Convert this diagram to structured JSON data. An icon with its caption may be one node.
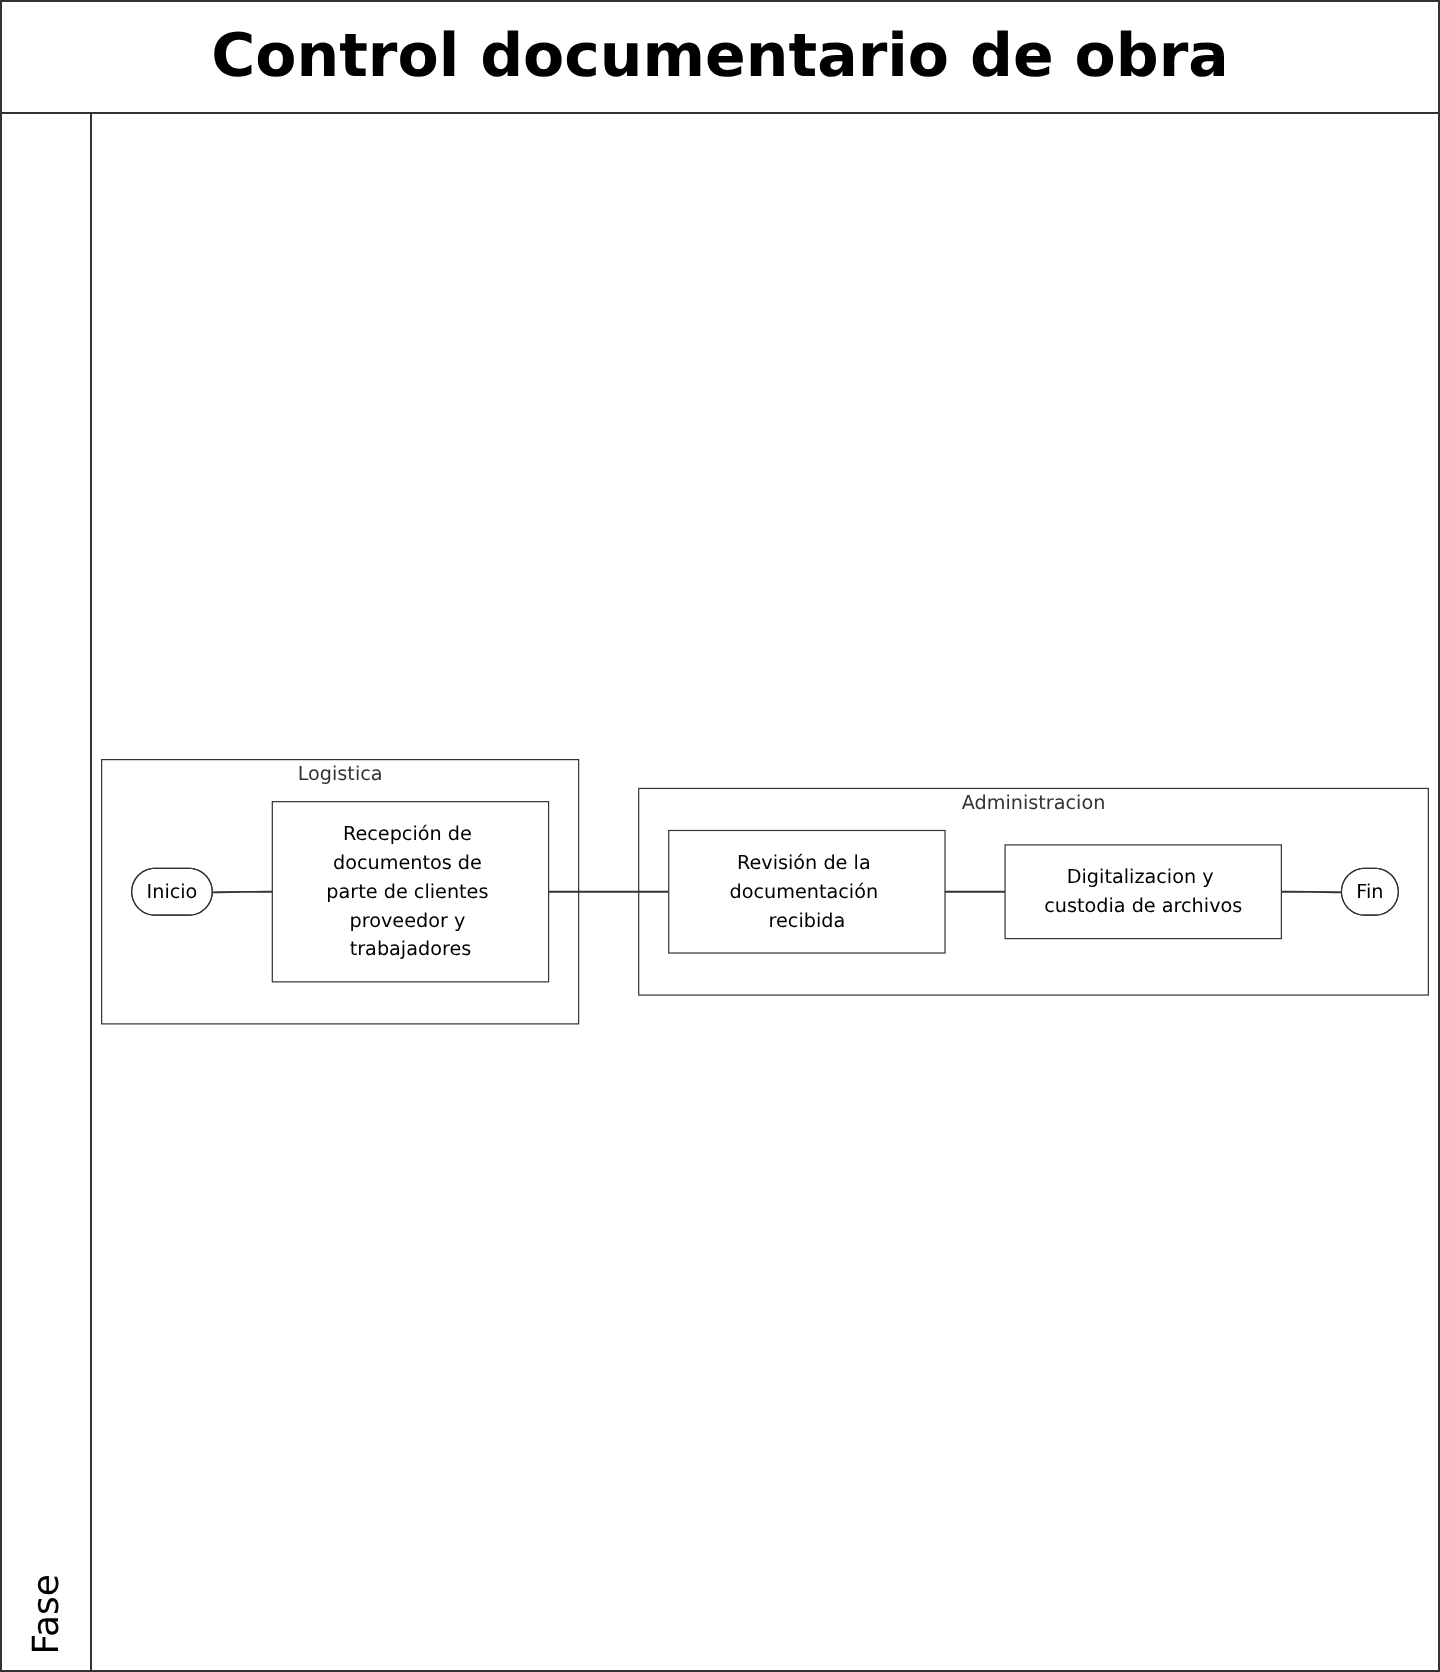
{
  "diagram": {
    "title": "Control documentario de obra",
    "nodes": [
      {
        "text": [
          "Administracion"
        ]
      },
      {
        "text": [
          "Logistica"
        ]
      },
      {
        "text": [
          "Inicio"
        ],
        "in": 1
      },
      {
        "text": [
          "Recepción de documentos de parte de clientes proveedor y trabajadores"
        ],
        "in": 1
      },
      {
        "text": [
          "Revisión de la documentación recibida"
        ],
        "in": 0
      },
      {
        "text": [
          "Digitalizacion y custodia de archivos"
        ],
        "in": 0
      },
      {
        "text": [
          "Fin"
        ],
        "in": 0
      }
    ],
    "edges": [
      {
        "from": 2,
        "to": 3,
        "arrow": "none"
      },
      {
        "from": 3,
        "to": 4,
        "arrow": "none"
      },
      {
        "from": 4,
        "to": 5,
        "arrow": "none"
      },
      {
        "from": 5,
        "to": 6,
        "arrow": "none"
      }
    ],
    "labels": [
      "Fase"
    ]
  }
}
